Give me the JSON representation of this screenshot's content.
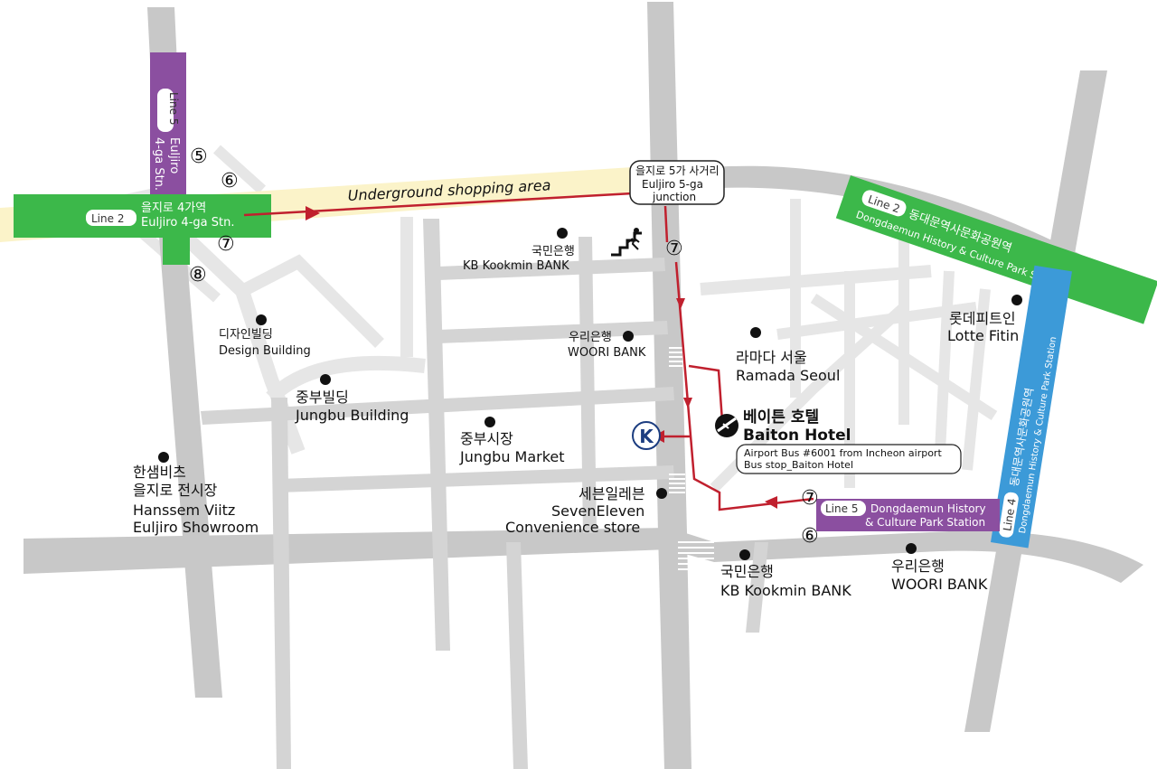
{
  "underground": {
    "label": "Underground shopping area"
  },
  "junction": {
    "ko": "을지로 5가 사거리",
    "en1": "Euljiro 5-ga",
    "en2": "junction"
  },
  "stations": {
    "euljiro_line2": {
      "line": "Line 2",
      "ko": "을지로 4가역",
      "en": "Euljiro 4-ga Stn."
    },
    "euljiro_line5": {
      "line": "Line 5",
      "en1": "Euljiro",
      "en2": "4-ga Stn."
    },
    "ddp_line2": {
      "line": "Line 2",
      "ko": "동대문역사문화공원역",
      "en": "Dongdaemun History & Culture Park Station"
    },
    "ddp_line4": {
      "line": "Line 4",
      "ko": "동대문역사문화공원역",
      "en": "Dongdaemun History & Culture Park Station"
    },
    "ddp_line5": {
      "line": "Line 5",
      "en1": "Dongdaemun History",
      "en2": "& Culture Park Station"
    }
  },
  "exits": {
    "e5_left": "⑤",
    "e6_left": "⑥",
    "e7_left": "⑦",
    "e8_left": "⑧",
    "e7_junction": "⑦",
    "e7_ddp": "⑦",
    "e6_ddp": "⑥"
  },
  "landmarks": {
    "kb_top": {
      "ko": "국민은행",
      "en": "KB Kookmin BANK"
    },
    "woori_mid": {
      "ko": "우리은행",
      "en": "WOORI BANK"
    },
    "design": {
      "ko": "디자인빌딩",
      "en": "Design Building"
    },
    "jungbu_bldg": {
      "ko": "중부빌딩",
      "en": "Jungbu Building"
    },
    "jungbu_market": {
      "ko": "중부시장",
      "en": "Jungbu Market"
    },
    "hanssem": {
      "ko1": "한샘비츠",
      "ko2": "을지로 전시장",
      "en1": "Hanssem Viitz",
      "en2": "Euljiro Showroom"
    },
    "seven": {
      "ko": "세븐일레븐",
      "en1": "SevenEleven",
      "en2": "Convenience store"
    },
    "kb_bottom": {
      "ko": "국민은행",
      "en": "KB Kookmin BANK"
    },
    "woori_bottom": {
      "ko": "우리은행",
      "en": "WOORI BANK"
    },
    "ramada": {
      "ko": "라마다 서울",
      "en": "Ramada Seoul"
    },
    "lotte": {
      "ko": "롯데피트인",
      "en": "Lotte Fitin"
    },
    "baiton": {
      "ko": "베이튼 호텔",
      "en": "Baiton Hotel"
    }
  },
  "bus_note": {
    "line1": "Airport Bus #6001 from Incheon airport",
    "line2": "Bus stop_Baiton Hotel"
  },
  "kb_logo_letter": "K",
  "colors": {
    "line2": "#3cb84a",
    "line5": "#8b4fa0",
    "line4": "#3c9ad8",
    "route": "#c0202e",
    "road": "#c8c8c8",
    "road_light": "#e4e4e4",
    "underground": "#fbf3c9",
    "kb_logo": "#1c3d80"
  }
}
